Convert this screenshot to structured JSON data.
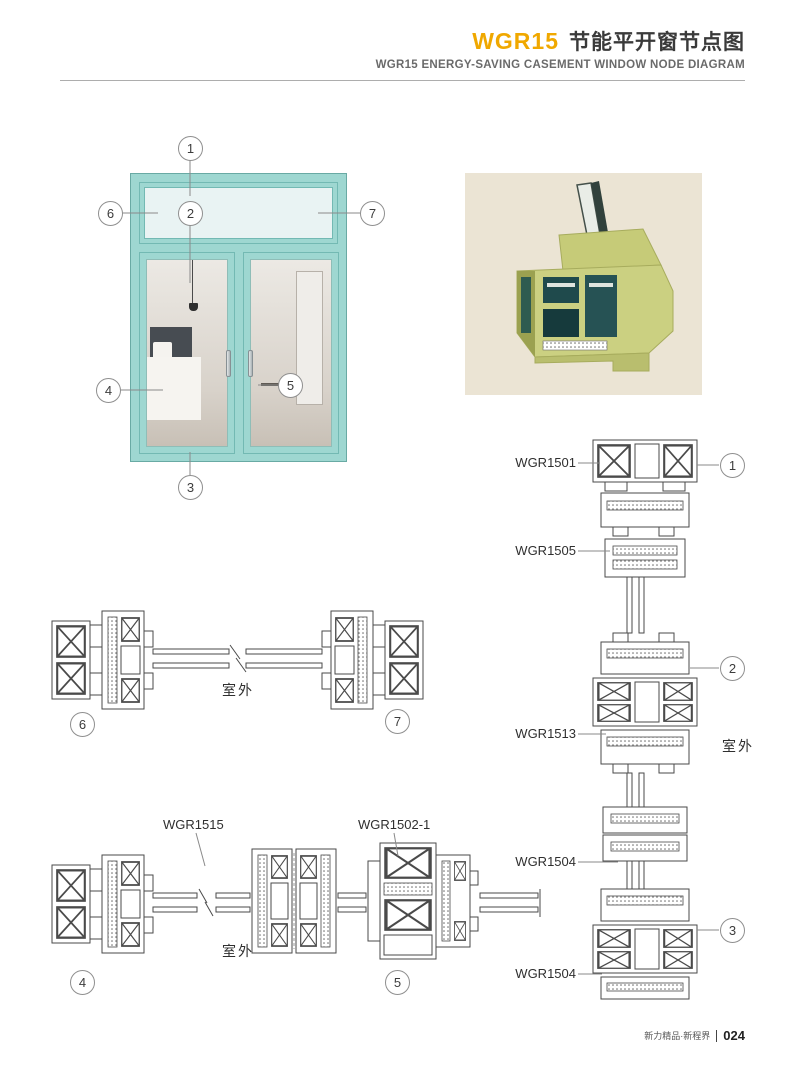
{
  "colors": {
    "accent": "#f0a800",
    "teal": "#9ed7d1",
    "teal-dark": "#73b9b3",
    "line": "#4a4a4a",
    "beige": "#ebe4d4",
    "profile-yellow": "#cbd081",
    "profile-green": "#2e5b50"
  },
  "header": {
    "code": "WGR15",
    "title_cn": "节能平开窗节点图",
    "subtitle_en": "WGR15 ENERGY-SAVING CASEMENT WINDOW NODE DIAGRAM"
  },
  "window_figure": {
    "callout_1": "1",
    "callout_2": "2",
    "callout_3": "3",
    "callout_4": "4",
    "callout_5": "5",
    "callout_6": "6",
    "callout_7": "7"
  },
  "section_horizontal_top": {
    "outdoor_label": "室外",
    "callout_6": "6",
    "callout_7": "7"
  },
  "section_horizontal_bottom": {
    "label_wgr1515": "WGR1515",
    "label_wgr1502_1": "WGR1502-1",
    "outdoor_label": "室外",
    "callout_4": "4",
    "callout_5": "5"
  },
  "section_vertical": {
    "label_wgr1501": "WGR1501",
    "label_wgr1505": "WGR1505",
    "label_wgr1513": "WGR1513",
    "label_wgr1504_a": "WGR1504",
    "label_wgr1504_b": "WGR1504",
    "outdoor_label": "室外",
    "callout_1": "1",
    "callout_2": "2",
    "callout_3": "3"
  },
  "footer": {
    "slogan": "新力精品·新程界",
    "page_number": "024"
  }
}
